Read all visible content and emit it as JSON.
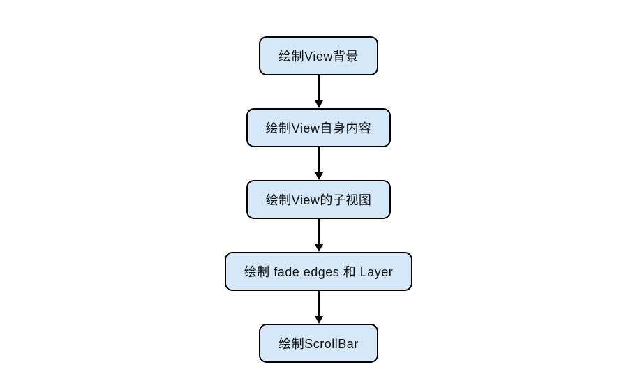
{
  "diagram": {
    "type": "flowchart",
    "direction": "top-to-bottom",
    "background_color": "#ffffff",
    "node_fill_color": "#d5e8f7",
    "node_border_color": "#000000",
    "arrow_color": "#000000",
    "nodes": [
      {
        "id": "draw-view-background",
        "label": "绘制View背景"
      },
      {
        "id": "draw-view-own-content",
        "label": "绘制View自身内容"
      },
      {
        "id": "draw-view-children",
        "label": "绘制View的子视图"
      },
      {
        "id": "draw-fade-edges-and-layer",
        "label": "绘制 fade edges 和 Layer"
      },
      {
        "id": "draw-scrollbar",
        "label": "绘制ScrollBar"
      }
    ],
    "edges": [
      {
        "from": "draw-view-background",
        "to": "draw-view-own-content"
      },
      {
        "from": "draw-view-own-content",
        "to": "draw-view-children"
      },
      {
        "from": "draw-view-children",
        "to": "draw-fade-edges-and-layer"
      },
      {
        "from": "draw-fade-edges-and-layer",
        "to": "draw-scrollbar"
      }
    ]
  }
}
